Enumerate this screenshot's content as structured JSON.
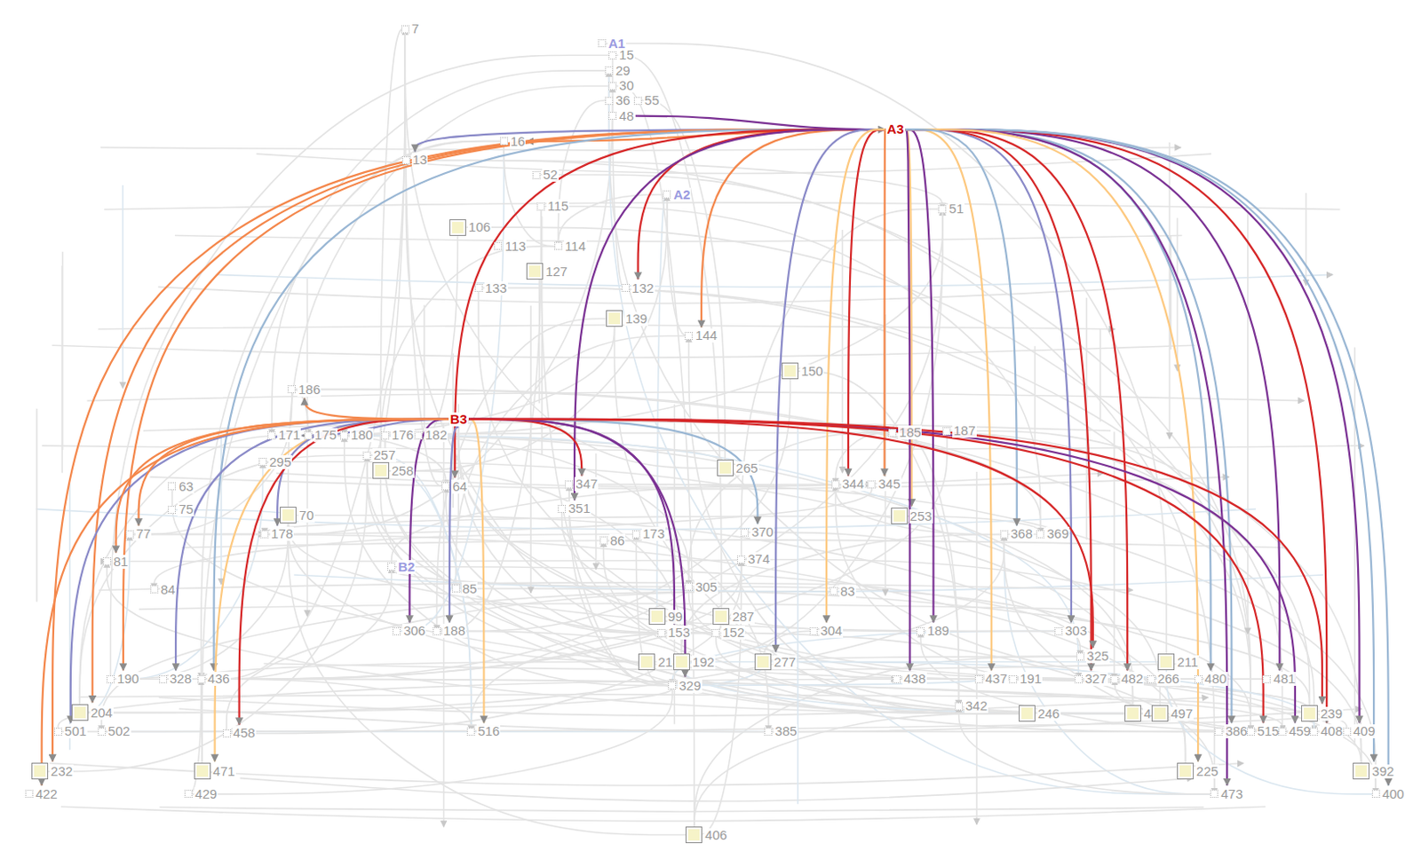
{
  "diagram": {
    "nodes": [
      {
        "text": [
          "7"
        ]
      },
      {
        "text": [
          "A1"
        ]
      },
      {
        "text": [
          "15"
        ]
      },
      {
        "text": [
          "29"
        ]
      },
      {
        "text": [
          "30"
        ]
      },
      {
        "text": [
          "36"
        ]
      },
      {
        "text": [
          "55"
        ]
      },
      {
        "text": [
          "48"
        ]
      },
      {
        "text": [
          "A3"
        ]
      },
      {
        "text": [
          "16"
        ]
      },
      {
        "text": [
          "13"
        ]
      },
      {
        "text": [
          "52"
        ]
      },
      {
        "text": [
          "115"
        ]
      },
      {
        "text": [
          "A2"
        ]
      },
      {
        "text": [
          "51"
        ]
      },
      {
        "text": [
          "106"
        ]
      },
      {
        "text": [
          "113"
        ]
      },
      {
        "text": [
          "114"
        ]
      },
      {
        "text": [
          "127"
        ]
      },
      {
        "text": [
          "133"
        ]
      },
      {
        "text": [
          "132"
        ]
      },
      {
        "text": [
          "139"
        ]
      },
      {
        "text": [
          "144"
        ]
      },
      {
        "text": [
          "150"
        ]
      },
      {
        "text": [
          "186"
        ]
      },
      {
        "text": [
          "B3"
        ]
      },
      {
        "text": [
          "171"
        ]
      },
      {
        "text": [
          "175"
        ]
      },
      {
        "text": [
          "180"
        ]
      },
      {
        "text": [
          "176"
        ]
      },
      {
        "text": [
          "182"
        ]
      },
      {
        "text": [
          "185"
        ]
      },
      {
        "text": [
          "187"
        ]
      },
      {
        "text": [
          "295"
        ]
      },
      {
        "text": [
          "257"
        ]
      },
      {
        "text": [
          "258"
        ]
      },
      {
        "text": [
          "265"
        ]
      },
      {
        "text": [
          "63"
        ]
      },
      {
        "text": [
          "64"
        ]
      },
      {
        "text": [
          "347"
        ]
      },
      {
        "text": [
          "344"
        ]
      },
      {
        "text": [
          "345"
        ]
      },
      {
        "text": [
          "75"
        ]
      },
      {
        "text": [
          "351"
        ]
      },
      {
        "text": [
          "70"
        ]
      },
      {
        "text": [
          "253"
        ]
      },
      {
        "text": [
          "77"
        ]
      },
      {
        "text": [
          "178"
        ]
      },
      {
        "text": [
          "86"
        ]
      },
      {
        "text": [
          "173"
        ]
      },
      {
        "text": [
          "370"
        ]
      },
      {
        "text": [
          "368"
        ]
      },
      {
        "text": [
          "369"
        ]
      },
      {
        "text": [
          "81"
        ]
      },
      {
        "text": [
          "374"
        ]
      },
      {
        "text": [
          "B2"
        ]
      },
      {
        "text": [
          "84"
        ]
      },
      {
        "text": [
          "85"
        ]
      },
      {
        "text": [
          "305"
        ]
      },
      {
        "text": [
          "83"
        ]
      },
      {
        "text": [
          "99"
        ]
      },
      {
        "text": [
          "287"
        ]
      },
      {
        "text": [
          "306"
        ]
      },
      {
        "text": [
          "188"
        ]
      },
      {
        "text": [
          "153"
        ]
      },
      {
        "text": [
          "152"
        ]
      },
      {
        "text": [
          "304"
        ]
      },
      {
        "text": [
          "189"
        ]
      },
      {
        "text": [
          "303"
        ]
      },
      {
        "text": [
          "277"
        ]
      },
      {
        "text": [
          "325"
        ]
      },
      {
        "text": [
          "211"
        ]
      },
      {
        "text": [
          "190"
        ]
      },
      {
        "text": [
          "328"
        ]
      },
      {
        "text": [
          "436"
        ]
      },
      {
        "text": [
          "218"
        ]
      },
      {
        "text": [
          "192"
        ]
      },
      {
        "text": [
          "329"
        ]
      },
      {
        "text": [
          "438"
        ]
      },
      {
        "text": [
          "437"
        ]
      },
      {
        "text": [
          "191"
        ]
      },
      {
        "text": [
          "327"
        ]
      },
      {
        "text": [
          "482"
        ]
      },
      {
        "text": [
          "266"
        ]
      },
      {
        "text": [
          "480"
        ]
      },
      {
        "text": [
          "481"
        ]
      },
      {
        "text": [
          "204"
        ]
      },
      {
        "text": [
          "342"
        ]
      },
      {
        "text": [
          "246"
        ]
      },
      {
        "text": [
          "441"
        ]
      },
      {
        "text": [
          "497"
        ]
      },
      {
        "text": [
          "239"
        ]
      },
      {
        "text": [
          "501"
        ]
      },
      {
        "text": [
          "502"
        ]
      },
      {
        "text": [
          "458"
        ]
      },
      {
        "text": [
          "516"
        ]
      },
      {
        "text": [
          "385"
        ]
      },
      {
        "text": [
          "386"
        ]
      },
      {
        "text": [
          "515"
        ]
      },
      {
        "text": [
          "459"
        ]
      },
      {
        "text": [
          "408"
        ]
      },
      {
        "text": [
          "409"
        ]
      },
      {
        "text": [
          "232"
        ]
      },
      {
        "text": [
          "471"
        ]
      },
      {
        "text": [
          "225"
        ]
      },
      {
        "text": [
          "392"
        ]
      },
      {
        "text": [
          "422"
        ]
      },
      {
        "text": [
          "429"
        ]
      },
      {
        "text": [
          "473"
        ]
      },
      {
        "text": [
          "400"
        ]
      },
      {
        "text": [
          "406"
        ]
      }
    ],
    "edges": [
      {
        "from": 7,
        "to": 8,
        "arrow": "to"
      },
      {
        "from": 8,
        "to": 10,
        "arrow": "to"
      },
      {
        "from": 8,
        "to": 9,
        "arrow": "to"
      },
      {
        "from": 8,
        "to": 72,
        "arrow": "to"
      },
      {
        "from": 8,
        "to": 86,
        "arrow": "to"
      },
      {
        "from": 8,
        "to": 102,
        "arrow": "to"
      },
      {
        "from": 8,
        "to": 74,
        "arrow": "to"
      },
      {
        "from": 8,
        "to": 38,
        "arrow": "to"
      },
      {
        "from": 8,
        "to": 20,
        "arrow": "to"
      },
      {
        "from": 8,
        "to": 22,
        "arrow": "to"
      },
      {
        "from": 8,
        "to": 43,
        "arrow": "to"
      },
      {
        "from": 8,
        "to": 69,
        "arrow": "to"
      },
      {
        "from": 8,
        "to": 40,
        "arrow": "to"
      },
      {
        "from": 8,
        "to": 41,
        "arrow": "to"
      },
      {
        "from": 8,
        "to": 45,
        "arrow": "to"
      },
      {
        "from": 8,
        "to": 67,
        "arrow": "to"
      },
      {
        "from": 8,
        "to": 78,
        "arrow": "to"
      },
      {
        "from": 8,
        "to": 79,
        "arrow": "to"
      },
      {
        "from": 8,
        "to": 68,
        "arrow": "to"
      },
      {
        "from": 8,
        "to": 81,
        "arrow": "to"
      },
      {
        "from": 8,
        "to": 82,
        "arrow": "to"
      },
      {
        "from": 8,
        "to": 84,
        "arrow": "to"
      },
      {
        "from": 8,
        "to": 85,
        "arrow": "to"
      },
      {
        "from": 8,
        "to": 97,
        "arrow": "to"
      },
      {
        "from": 8,
        "to": 100,
        "arrow": "to"
      },
      {
        "from": 8,
        "to": 101,
        "arrow": "to"
      },
      {
        "from": 8,
        "to": 105,
        "arrow": "to"
      },
      {
        "from": 8,
        "to": 109,
        "arrow": "to"
      },
      {
        "from": 8,
        "to": 108,
        "arrow": "to"
      },
      {
        "from": 8,
        "to": 104,
        "arrow": "to"
      },
      {
        "from": 8,
        "to": 51,
        "arrow": "to"
      },
      {
        "from": 8,
        "to": 66,
        "arrow": "to"
      },
      {
        "from": 25,
        "to": 26,
        "arrow": "to"
      },
      {
        "from": 25,
        "to": 92,
        "arrow": "to"
      },
      {
        "from": 25,
        "to": 106,
        "arrow": "to"
      },
      {
        "from": 25,
        "to": 73,
        "arrow": "to"
      },
      {
        "from": 25,
        "to": 103,
        "arrow": "to"
      },
      {
        "from": 25,
        "to": 62,
        "arrow": "to"
      },
      {
        "from": 25,
        "to": 95,
        "arrow": "to"
      },
      {
        "from": 25,
        "to": 77,
        "arrow": "to"
      },
      {
        "from": 25,
        "to": 39,
        "arrow": "to"
      },
      {
        "from": 25,
        "to": 50,
        "arrow": "to"
      },
      {
        "from": 25,
        "to": 64,
        "arrow": "to"
      },
      {
        "from": 25,
        "to": 99,
        "arrow": "to"
      },
      {
        "from": 25,
        "to": 98,
        "arrow": "to"
      },
      {
        "from": 25,
        "to": 91,
        "arrow": "to"
      },
      {
        "from": 25,
        "to": 47,
        "arrow": "to"
      },
      {
        "from": 25,
        "to": 24,
        "arrow": "to"
      },
      {
        "from": 25,
        "to": 94,
        "arrow": "to"
      },
      {
        "from": 25,
        "to": 63,
        "arrow": "to"
      },
      {
        "from": 25,
        "to": 70,
        "arrow": "to"
      },
      {
        "from": 25,
        "to": 46,
        "arrow": "to"
      },
      {
        "from": 25,
        "to": 53,
        "arrow": "to"
      }
    ]
  }
}
